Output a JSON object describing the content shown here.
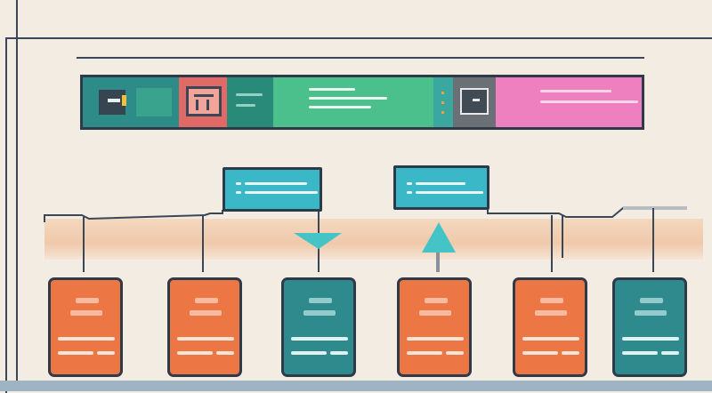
{
  "colors": {
    "background": "#f3ece2",
    "outline": "#2f3a48",
    "orange": "#ed7645",
    "teal": "#2f8a8e",
    "cyan": "#3ab8c8",
    "green": "#4cc08c",
    "pink": "#ee80c0"
  },
  "toolbar": {
    "segments": [
      "teal-control",
      "calendar-icon",
      "green-panel",
      "dots-icon",
      "gauge-icon",
      "pink-panel"
    ]
  },
  "nodes": {
    "top": [
      {
        "id": "bubble-left",
        "color": "#3ab8c8",
        "icon": "chat-bubble"
      },
      {
        "id": "bubble-right",
        "color": "#3ab8c8",
        "icon": "chat-bubble"
      }
    ],
    "connectors": [
      "funnel-down-icon",
      "arrow-up-icon"
    ],
    "cards": [
      {
        "id": "card-1",
        "color": "orange"
      },
      {
        "id": "card-2",
        "color": "orange"
      },
      {
        "id": "card-3",
        "color": "teal"
      },
      {
        "id": "card-4",
        "color": "orange"
      },
      {
        "id": "card-5",
        "color": "orange"
      },
      {
        "id": "card-6",
        "color": "teal"
      }
    ]
  }
}
